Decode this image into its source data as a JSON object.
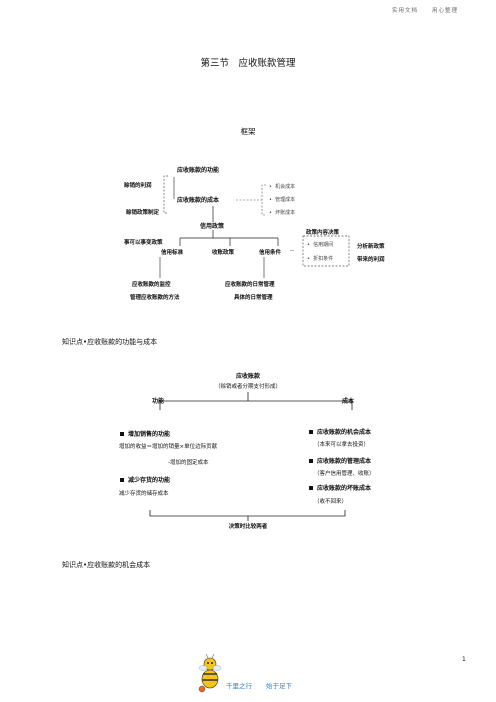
{
  "header": {
    "left": "实用文档",
    "right": "用心整理"
  },
  "page_title": "第三节　应收账款管理",
  "framework_title": "框架",
  "diagram1": {
    "func": "应收账款的功能",
    "cost": "应收账款的成本",
    "sales_profit": "赊销的利润",
    "credit_setting": "赊销政策制定",
    "credit_policy": "信用政策",
    "costs": [
      "机会成本",
      "管理成本",
      "坏账成本"
    ],
    "changeable": "事可以事变政策",
    "credit_standard": "信用标准",
    "collection_policy": "收账政策",
    "credit_terms": "信用条件",
    "decision_title": "政策内容决策",
    "decision_items": [
      "信用期间",
      "折扣条件"
    ],
    "analysis": "分析新政策",
    "new_profit": "带来的利润",
    "monitor": "应收账款的监控",
    "daily_mgmt": "应收账款的日常管理",
    "monitor_method": "管理应收账款的方法",
    "daily_work": "具体的日常管理"
  },
  "section1": "知识点•应收账款的功能与成本",
  "diagram2": {
    "root": "应收账款",
    "root_note": "（赊销或者分期支付形成）",
    "left_head": "功能",
    "right_head": "成本",
    "f1": "增加销售的功能",
    "f1_line1": "增加的收益＝增加的销量×单位边际贡献",
    "f1_line2": "-增加的固定成本",
    "f2": "减少存货的功能",
    "f2_line1": "减少存货的储存成本",
    "c1": "应收账款的机会成本",
    "c1_note": "（本来可以拿去投资）",
    "c2": "应收账款的管理成本",
    "c2_note": "（客户信用管理、收账）",
    "c3": "应收账款的坏账成本",
    "c3_note": "（收不回来）",
    "bottom": "决策时比较两者"
  },
  "section2": "知识点•应收账款的机会成本",
  "page_number": "1",
  "footer": {
    "left": "千里之行",
    "right": "始于足下"
  }
}
